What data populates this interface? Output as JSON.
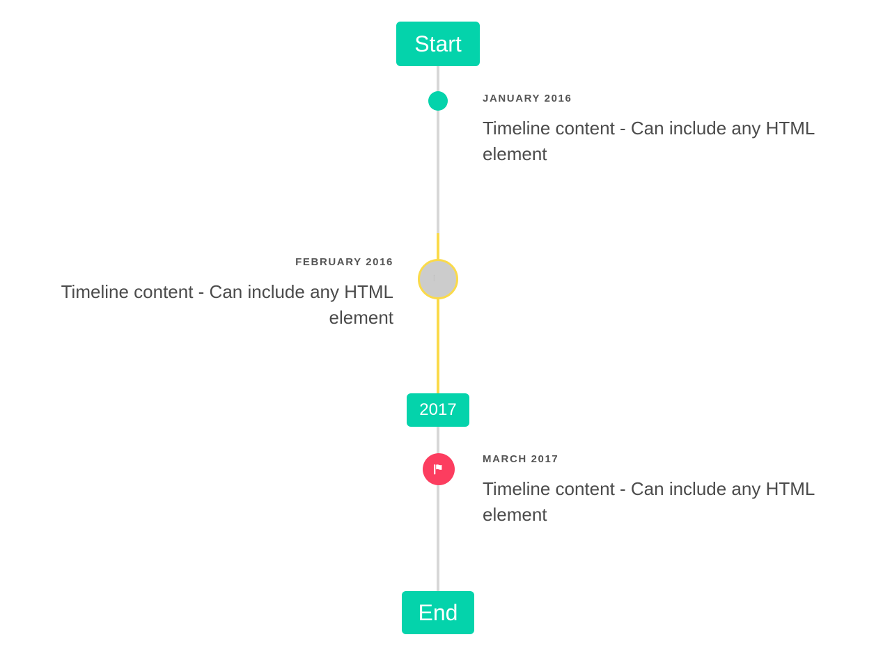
{
  "theme": {
    "accent_teal": "#04d3ab",
    "accent_yellow": "#fada4a",
    "accent_pink": "#fc3d5f",
    "rail_gray": "#d7d7d7",
    "marker_gray": "#cccccc",
    "date_text": "#555555",
    "body_text": "#4b4b4b",
    "background": "#ffffff"
  },
  "timeline": {
    "start_label": "Start",
    "divider_label": "2017",
    "end_label": "End",
    "entries": [
      {
        "date": "JANUARY 2016",
        "body": "Timeline content - Can include any HTML element",
        "side": "right",
        "marker": "dot-marker"
      },
      {
        "date": "FEBRUARY 2016",
        "body": "Timeline content - Can include any HTML element",
        "side": "left",
        "marker": "ring-marker",
        "marker_glyph": "⦙"
      },
      {
        "date": "MARCH 2017",
        "body": "Timeline content - Can include any HTML element",
        "side": "right",
        "marker": "flag-marker"
      }
    ]
  }
}
